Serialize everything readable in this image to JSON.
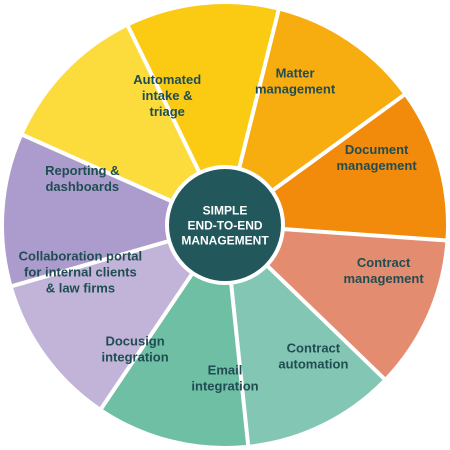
{
  "hub": {
    "lines": [
      "SIMPLE",
      "END-TO-END",
      "MANAGEMENT"
    ],
    "color": "#22585c",
    "text_color": "#ffffff"
  },
  "segments": [
    {
      "name": "segment-matter-management",
      "lines": [
        "Matter",
        "management"
      ],
      "color": "#fbcb14"
    },
    {
      "name": "segment-document-management",
      "lines": [
        "Document",
        "management"
      ],
      "color": "#f7ac10"
    },
    {
      "name": "segment-contract-management",
      "lines": [
        "Contract",
        "management"
      ],
      "color": "#f28a0b"
    },
    {
      "name": "segment-contract-automation",
      "lines": [
        "Contract",
        "automation"
      ],
      "color": "#e48c70"
    },
    {
      "name": "segment-email-integration",
      "lines": [
        "Email",
        "integration"
      ],
      "color": "#84c6b4"
    },
    {
      "name": "segment-docusign-integration",
      "lines": [
        "Docusign",
        "integration"
      ],
      "color": "#6fbfa5"
    },
    {
      "name": "segment-collaboration-portal",
      "lines": [
        "Collaboration portal",
        "for internal clients",
        "& law firms"
      ],
      "color": "#c2b4d8"
    },
    {
      "name": "segment-reporting-dashboards",
      "lines": [
        "Reporting &",
        "dashboards"
      ],
      "color": "#ac9ccd"
    },
    {
      "name": "segment-automated-intake",
      "lines": [
        "Automated",
        "intake &",
        "triage"
      ],
      "color": "#fcdc3c"
    }
  ],
  "label_color": "#1f4d52"
}
